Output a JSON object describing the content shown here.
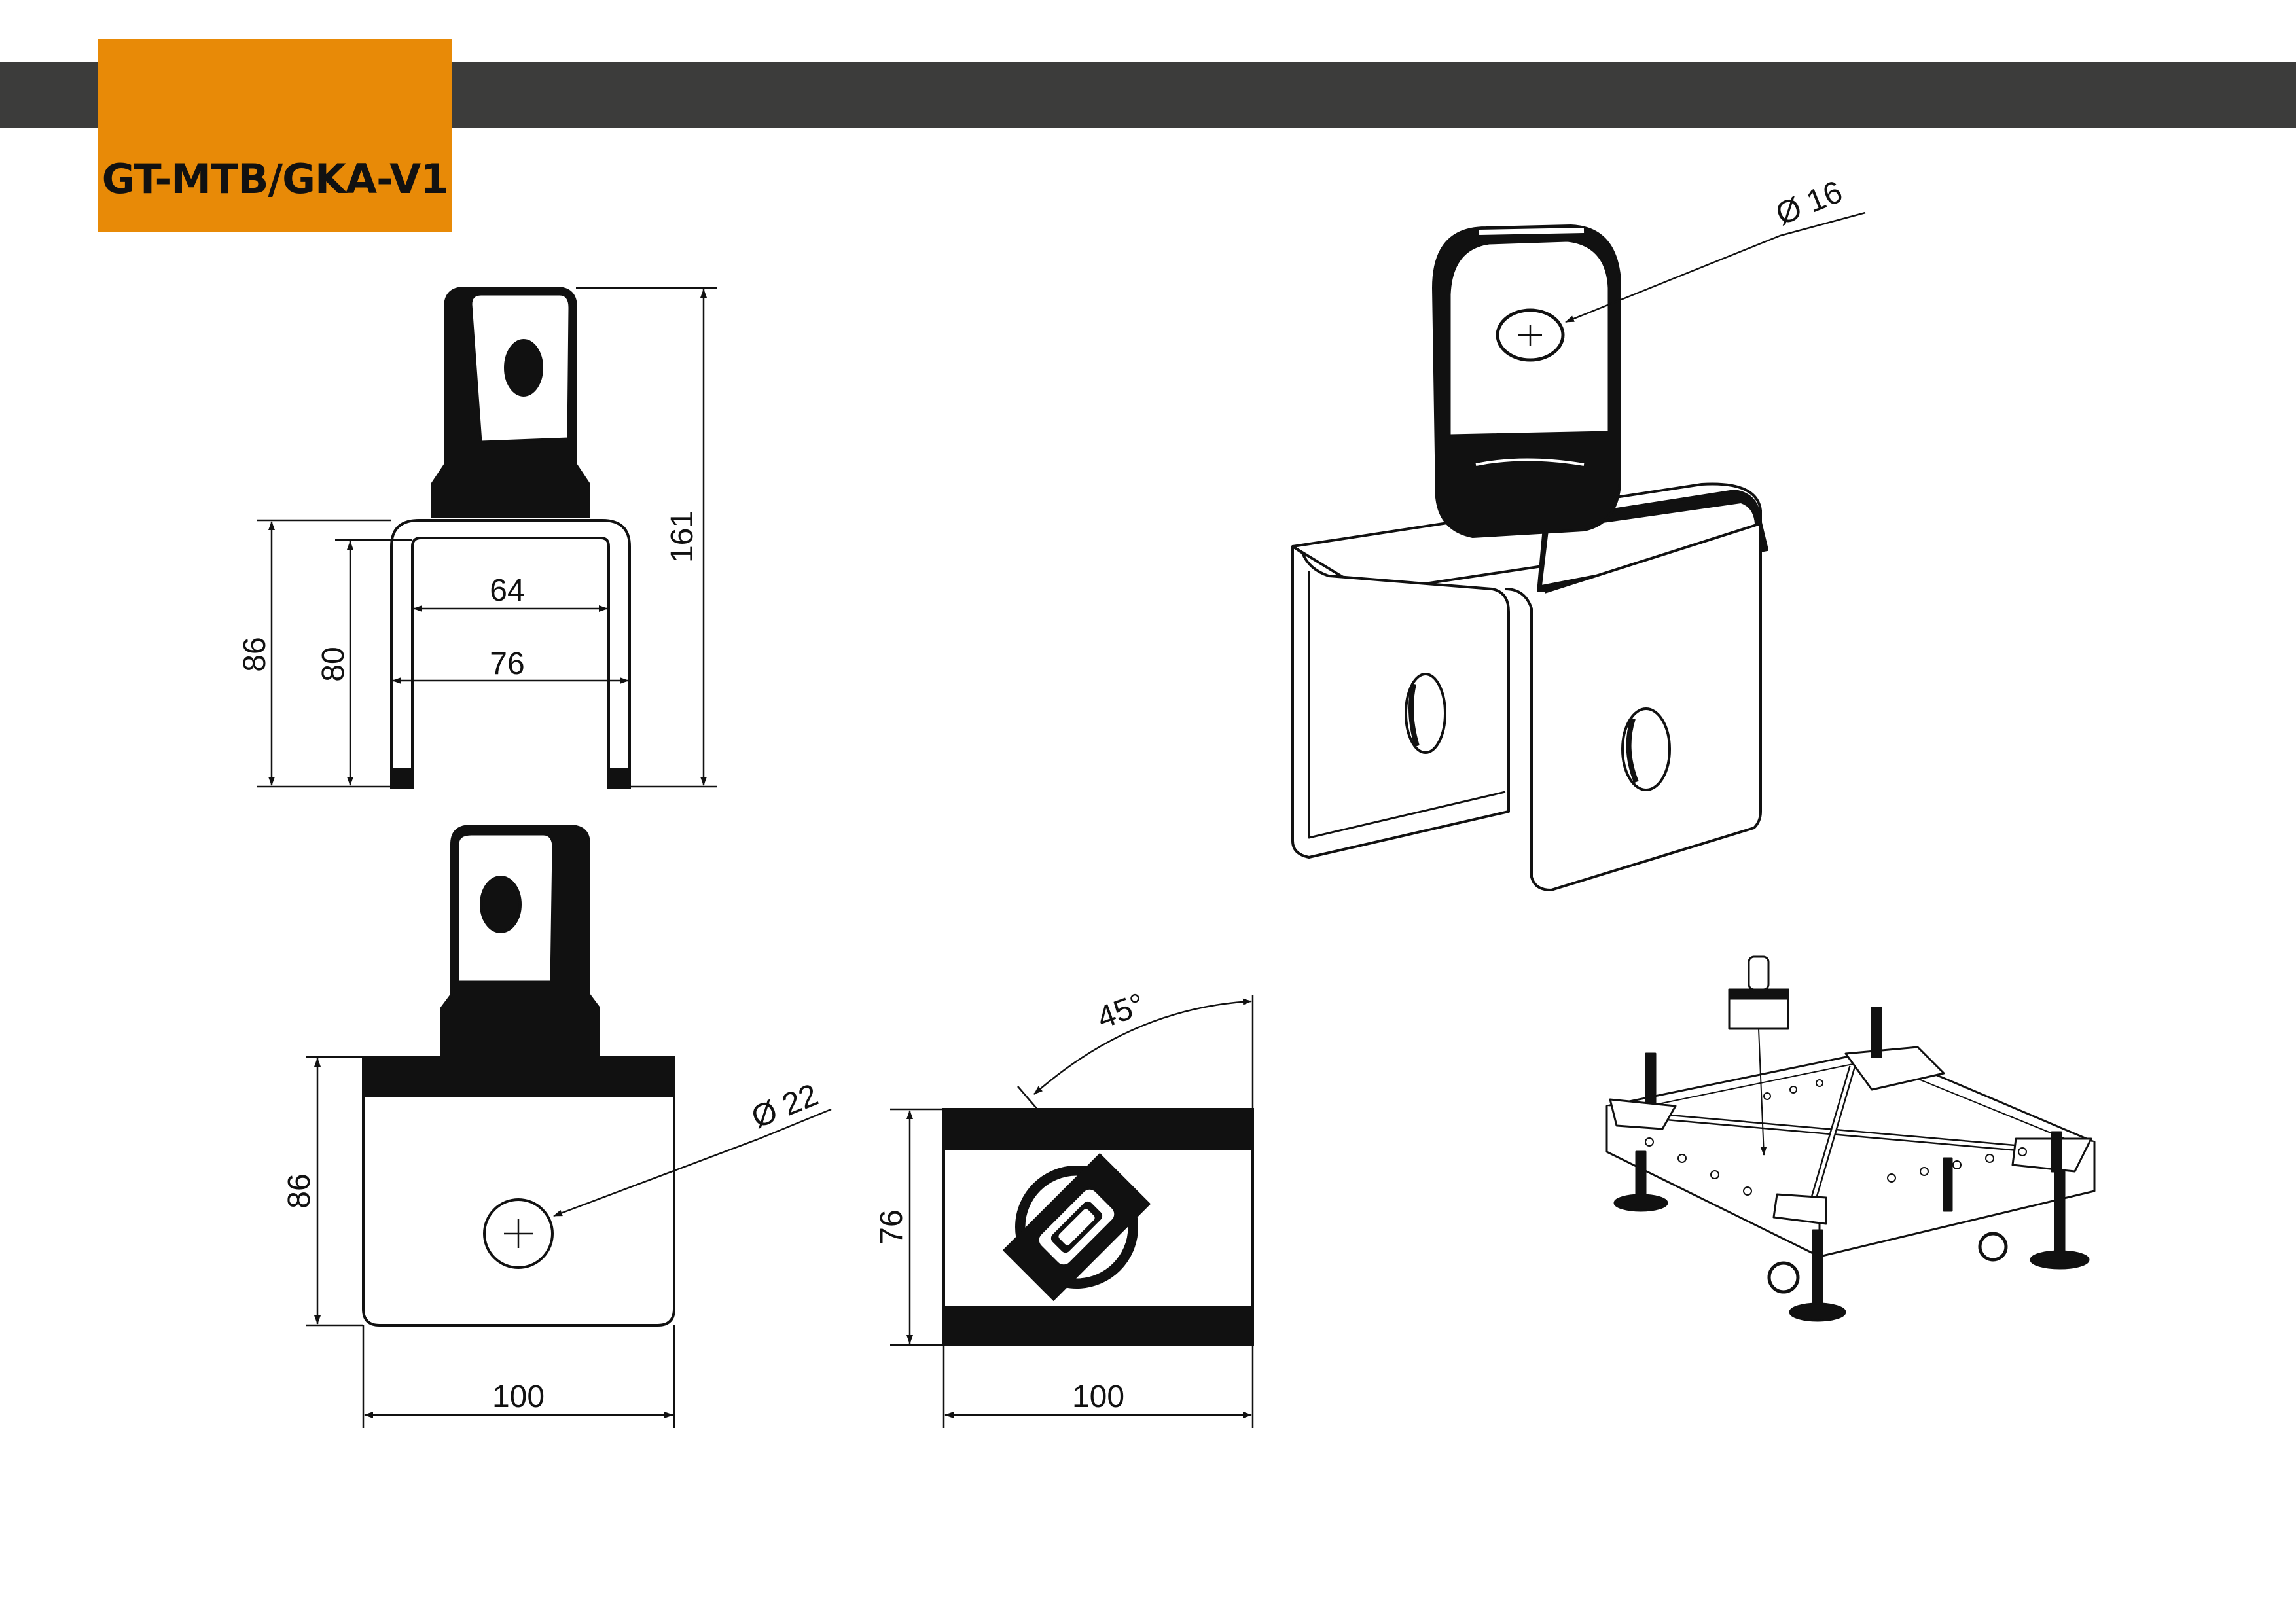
{
  "header": {
    "product_code": "GT-MTB/GKA-V1"
  },
  "colors": {
    "accent": "#e88a07",
    "bar": "#3c3c3b",
    "line": "#111111"
  },
  "side_view": {
    "dim_height_total": "161",
    "dim_height_outer": "86",
    "dim_height_inner": "80",
    "dim_inner_width": "64",
    "dim_outer_width": "76"
  },
  "front_view": {
    "dim_height": "86",
    "dim_width": "100",
    "dim_hole": "Ø 22"
  },
  "top_view": {
    "dim_height": "76",
    "dim_width": "100",
    "dim_angle": "45°"
  },
  "iso_view": {
    "dim_pin_hole": "Ø 16"
  }
}
